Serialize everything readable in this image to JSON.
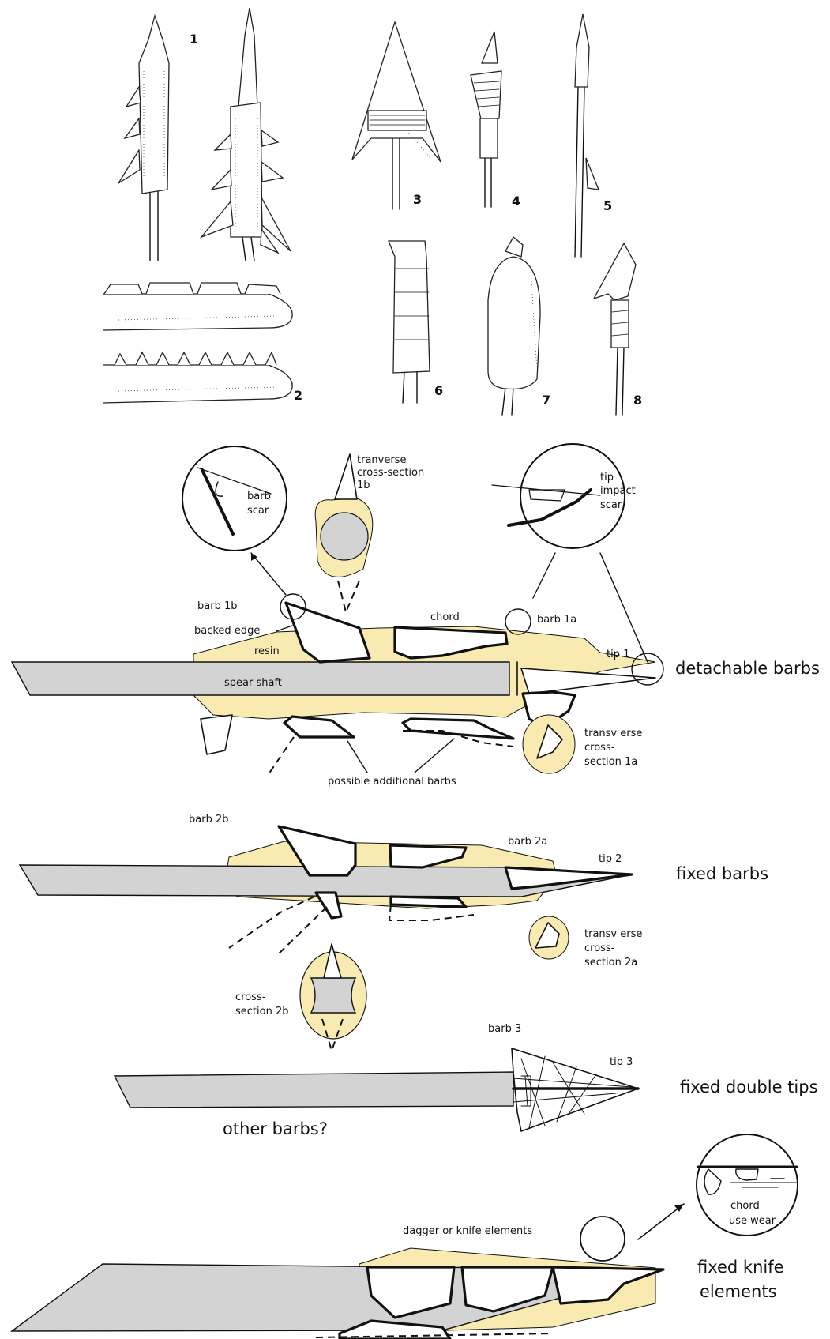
{
  "sketch_numbers": [
    "1",
    "2",
    "3",
    "4",
    "5",
    "6",
    "7",
    "8"
  ],
  "labels": {
    "transverse_1b": [
      "tranverse",
      "cross-section",
      "1b"
    ],
    "barb_scar": [
      "barb",
      "scar"
    ],
    "tip_impact_scar": [
      "tip",
      "impact",
      "scar"
    ],
    "barb_1b": "barb 1b",
    "backed_edge": "backed edge",
    "chord": "chord",
    "barb_1a": "barb 1a",
    "resin": "resin",
    "tip_1": "tip 1",
    "spear_shaft": "spear shaft",
    "transverse_1a": [
      "transv erse",
      "cross-",
      "section 1a"
    ],
    "possible_additional_barbs": "possible  additional barbs",
    "barb_2b": "barb 2b",
    "barb_2a": "barb 2a",
    "tip_2": "tip 2",
    "transverse_2a": [
      "transv erse",
      "cross-",
      "section 2a"
    ],
    "cross_section_2b": [
      "cross-",
      "section 2b"
    ],
    "barb_3": "barb 3",
    "tip_3": "tip 3",
    "other_barbs": "other barbs?",
    "dagger_knife": "dagger or knife  elements",
    "chord_use_wear": [
      "chord",
      "use wear"
    ]
  },
  "headings": {
    "detachable_barbs": "detachable barbs",
    "fixed_barbs": "fixed barbs",
    "fixed_double_tips": "fixed double tips",
    "fixed_knife_elements": [
      "fixed knife",
      "elements"
    ]
  },
  "colors": {
    "shaft": "#d3d3d3",
    "resin": "#f8eab0",
    "ink": "#111111"
  }
}
